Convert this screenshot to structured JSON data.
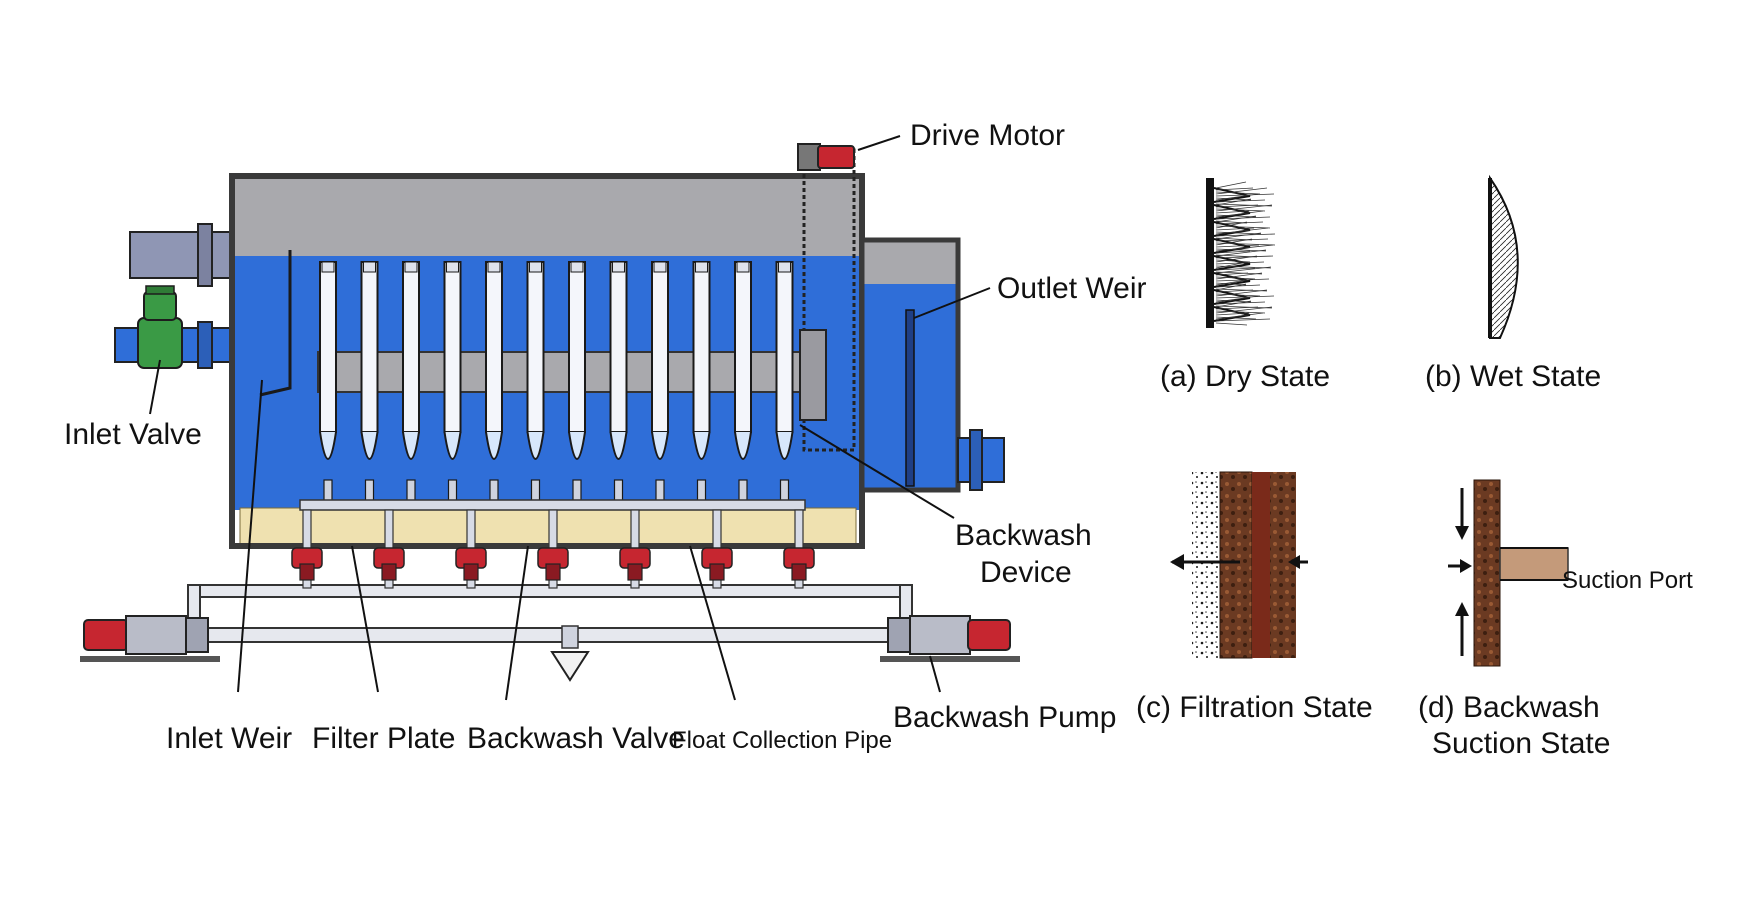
{
  "labels": {
    "drive_motor": "Drive Motor",
    "outlet_weir": "Outlet Weir",
    "inlet_valve": "Inlet Valve",
    "backwash_device_line1": "Backwash",
    "backwash_device_line2": "Device",
    "inlet_weir": "Inlet Weir",
    "filter_plate": "Filter Plate",
    "backwash_valve": "Backwash Valve",
    "float_collection_pipe": "Float Collection Pipe",
    "backwash_pump": "Backwash Pump"
  },
  "states": {
    "a": "(a)  Dry State",
    "b": "(b)  Wet State",
    "c": "(c)  Filtration State",
    "d_line1": "(d)  Backwash",
    "d_line2": "Suction State",
    "suction_port": "Suction Port"
  },
  "colors": {
    "water": "#2f6ed8",
    "tank_wall": "#3a3a3a",
    "headspace": "#a9a9ad",
    "pipe": "#8f96b4",
    "inlet_valve": "#3a9a45",
    "valve_red": "#c62630",
    "sludge": "#efe1b0",
    "filter_cloth": "#f4f6fb",
    "media_brown": "#6b3a22"
  },
  "counts": {
    "filter_plates": 12,
    "backwash_valves": 7
  }
}
